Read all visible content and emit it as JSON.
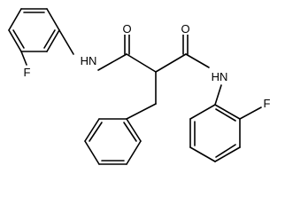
{
  "molecule": {
    "atoms": {
      "o_left": "O",
      "o_right": "O",
      "n_left": "HN",
      "n_right": "HN",
      "f_left": "F",
      "f_right": "F"
    }
  }
}
